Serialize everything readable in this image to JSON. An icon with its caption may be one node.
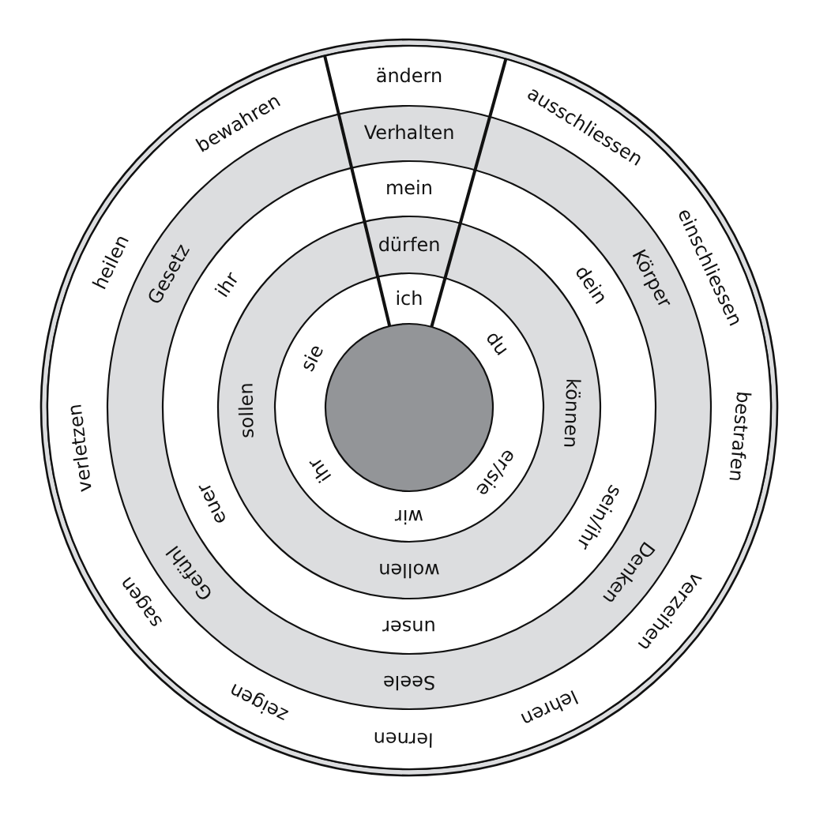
{
  "diagram": {
    "nodes": [
      {
        "text": [
          "ändern",
          "ausschliessen",
          "einschliessen",
          "bestrafen",
          "verzeihen",
          "lehren",
          "lernen",
          "zeigen",
          "sagen",
          "verletzen",
          "heilen",
          "bewahren"
        ]
      },
      {
        "text": [
          "Verhalten",
          "Körper",
          "Denken",
          "Seele",
          "Gefühl",
          "Gesetz"
        ],
        "in": 0
      },
      {
        "text": [
          "mein",
          "dein",
          "sein/ihr",
          "unser",
          "euer",
          "ihr"
        ],
        "in": 1
      },
      {
        "text": [
          "dürfen",
          "können",
          "wollen",
          "sollen"
        ],
        "in": 2
      },
      {
        "text": [
          "ich",
          "du",
          "er/sie",
          "wir",
          "ihr",
          "sie"
        ],
        "in": 3
      },
      {
        "text": [],
        "shape": "circle",
        "in": 4
      }
    ]
  }
}
